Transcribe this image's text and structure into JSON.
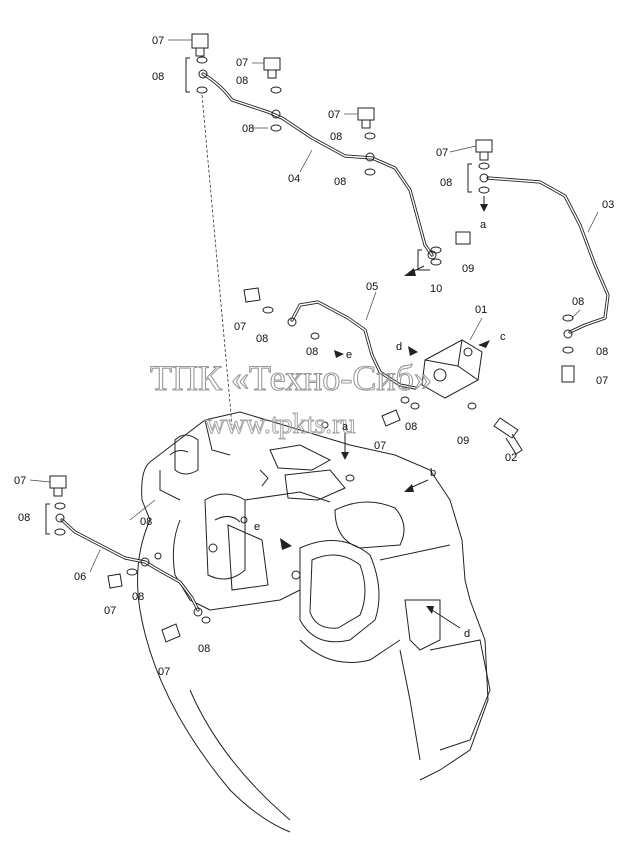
{
  "watermark": {
    "line1": "ТПК «Техно-Сиб»",
    "line2": "www.tpkts.ru"
  },
  "part_labels": {
    "p07_a": "07",
    "p08_a": "08",
    "p07_b": "07",
    "p08_b": "08",
    "p07_c": "07",
    "p08_c": "08",
    "p08_d": "08",
    "p04": "04",
    "p08_e": "08",
    "p07_d": "07",
    "p08_f": "08",
    "p03": "03",
    "p09_a": "09",
    "p10": "10",
    "p05": "05",
    "p01": "01",
    "p07_e": "07",
    "p08_g": "08",
    "p08_h": "08",
    "p08_i": "08",
    "p07_f": "07",
    "p07_g": "07",
    "p08_j": "08",
    "p09_b": "09",
    "p02": "02",
    "p07_h": "07",
    "p08_k": "08",
    "p08_l": "08",
    "p06": "06",
    "p07_i": "07",
    "p08_m": "08",
    "p07_j": "07",
    "p08_n": "08"
  },
  "connection_labels": {
    "a_top": "a",
    "c_top": "c",
    "d_top": "d",
    "e_top": "e",
    "a_body": "a",
    "b_body": "b",
    "e_body": "e",
    "d_body": "d"
  }
}
